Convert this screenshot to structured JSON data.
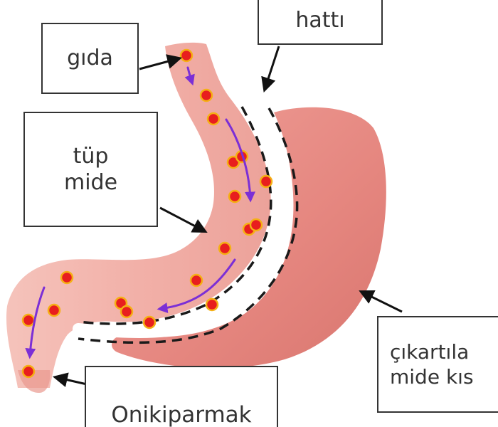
{
  "labels": {
    "food": "gıda",
    "line": "hattı",
    "tube_line1": "tüp",
    "tube_line2": "mide",
    "duodenum": "Onikiparmak",
    "removed_line1": "çıkartıla",
    "removed_line2": "mide kıs"
  },
  "colors": {
    "stomach_fill": "#e8928c",
    "tube_fill": "#f2b4ac",
    "food_dot": "#e81e1e",
    "food_dot_ring": "#f5b015",
    "flow_arrow": "#7b2fd6",
    "cut_line": "#1a1a1a",
    "label_border": "#333333",
    "label_text": "#333333"
  }
}
